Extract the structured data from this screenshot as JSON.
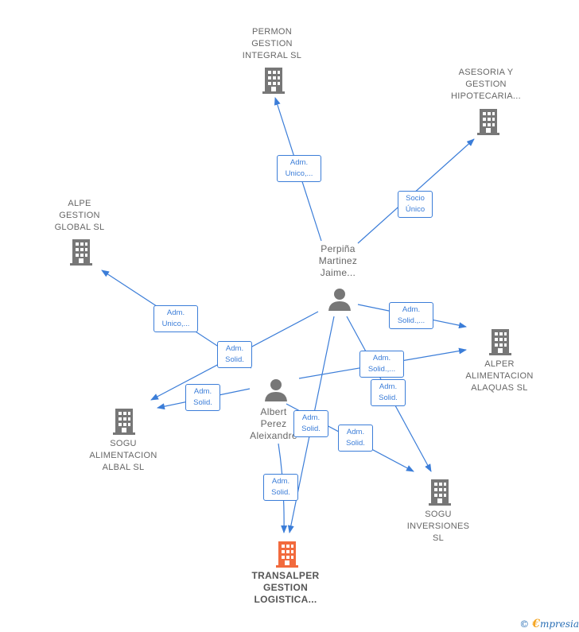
{
  "colors": {
    "edge": "#3b7dd8",
    "company": "#777777",
    "focus_company": "#f26a3d",
    "person": "#777777"
  },
  "nodes": {
    "permon": {
      "lines": [
        "PERMON",
        "GESTION",
        "INTEGRAL  SL"
      ],
      "icon": "building-icon"
    },
    "asesoria": {
      "lines": [
        "ASESORIA Y",
        "GESTION",
        "HIPOTECARIA..."
      ],
      "icon": "building-icon"
    },
    "alpe": {
      "lines": [
        "ALPE",
        "GESTION",
        "GLOBAL  SL"
      ],
      "icon": "building-icon"
    },
    "perpina": {
      "lines": [
        "Perpiña",
        "Martinez",
        "Jaime..."
      ],
      "icon": "person-icon"
    },
    "alper": {
      "lines": [
        "ALPER",
        "ALIMENTACION",
        "ALAQUAS  SL"
      ],
      "icon": "building-icon"
    },
    "albert": {
      "lines": [
        "Albert",
        "Perez",
        "Aleixandre"
      ],
      "icon": "person-icon"
    },
    "sogu_alb": {
      "lines": [
        "SOGU",
        "ALIMENTACION",
        "ALBAL  SL"
      ],
      "icon": "building-icon"
    },
    "sogu_inv": {
      "lines": [
        "SOGU",
        "INVERSIONES",
        "SL"
      ],
      "icon": "building-icon"
    },
    "transalper": {
      "lines": [
        "TRANSALPER",
        "GESTION",
        "LOGISTICA..."
      ],
      "icon": "building-icon"
    }
  },
  "edges": {
    "e1": {
      "lines": [
        "Adm.",
        "Unico,..."
      ]
    },
    "e2": {
      "lines": [
        "Socio",
        "Único"
      ]
    },
    "e3": {
      "lines": [
        "Adm.",
        "Unico,..."
      ]
    },
    "e4": {
      "lines": [
        "Adm.",
        "Solid.,..."
      ]
    },
    "e5": {
      "lines": [
        "Adm.",
        "Solid."
      ]
    },
    "e6": {
      "lines": [
        "Adm.",
        "Solid.,..."
      ]
    },
    "e7": {
      "lines": [
        "Adm.",
        "Solid."
      ]
    },
    "e8": {
      "lines": [
        "Adm.",
        "Solid."
      ]
    },
    "e9": {
      "lines": [
        "Adm.",
        "Solid."
      ]
    },
    "e10": {
      "lines": [
        "Adm.",
        "Solid."
      ]
    },
    "e11": {
      "lines": [
        "Adm.",
        "Solid."
      ]
    }
  },
  "footer": {
    "copyright": "©",
    "brand_initial": "€",
    "brand_rest": "mpresia"
  }
}
